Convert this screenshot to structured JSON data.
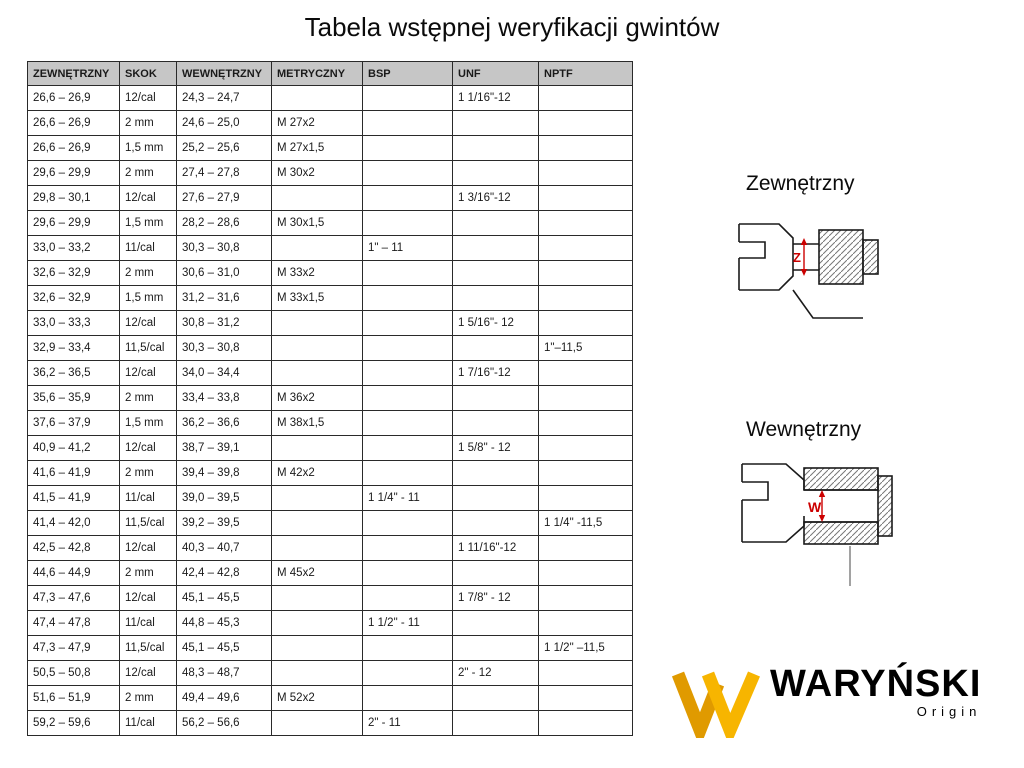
{
  "title": "Tabela wstępnej weryfikacji gwintów",
  "table": {
    "headers": [
      "ZEWNĘTRZNY",
      "SKOK",
      "WEWNĘTRZNY",
      "METRYCZNY",
      "BSP",
      "UNF",
      "NPTF"
    ],
    "rows": [
      [
        "26,6 – 26,9",
        "12/cal",
        "24,3 – 24,7",
        "",
        "",
        "1 1/16\"-12",
        ""
      ],
      [
        "26,6 – 26,9",
        "2 mm",
        "24,6 – 25,0",
        "M 27x2",
        "",
        "",
        ""
      ],
      [
        "26,6 – 26,9",
        "1,5 mm",
        "25,2 – 25,6",
        "M 27x1,5",
        "",
        "",
        ""
      ],
      [
        "29,6 – 29,9",
        "2 mm",
        "27,4 – 27,8",
        "M 30x2",
        "",
        "",
        ""
      ],
      [
        "29,8 – 30,1",
        "12/cal",
        "27,6 – 27,9",
        "",
        "",
        "1 3/16\"-12",
        ""
      ],
      [
        "29,6 – 29,9",
        "1,5 mm",
        "28,2 – 28,6",
        "M 30x1,5",
        "",
        "",
        ""
      ],
      [
        "33,0 – 33,2",
        "11/cal",
        "30,3 – 30,8",
        "",
        "1\" – 11",
        "",
        ""
      ],
      [
        "32,6 – 32,9",
        "2 mm",
        "30,6 – 31,0",
        "M 33x2",
        "",
        "",
        ""
      ],
      [
        "32,6 – 32,9",
        "1,5 mm",
        "31,2 – 31,6",
        "M 33x1,5",
        "",
        "",
        ""
      ],
      [
        "33,0 – 33,3",
        "12/cal",
        "30,8 – 31,2",
        "",
        "",
        "1 5/16\"- 12",
        ""
      ],
      [
        "32,9 – 33,4",
        "11,5/cal",
        "30,3 – 30,8",
        "",
        "",
        "",
        "1\"–11,5"
      ],
      [
        "36,2 – 36,5",
        "12/cal",
        "34,0 – 34,4",
        "",
        "",
        "1 7/16\"-12",
        ""
      ],
      [
        "35,6 – 35,9",
        "2 mm",
        "33,4 – 33,8",
        "M 36x2",
        "",
        "",
        ""
      ],
      [
        "37,6 – 37,9",
        "1,5 mm",
        "36,2 – 36,6",
        "M 38x1,5",
        "",
        "",
        ""
      ],
      [
        "40,9 – 41,2",
        "12/cal",
        "38,7 – 39,1",
        "",
        "",
        "1 5/8\" - 12",
        ""
      ],
      [
        "41,6 – 41,9",
        "2 mm",
        "39,4 – 39,8",
        "M 42x2",
        "",
        "",
        ""
      ],
      [
        "41,5 – 41,9",
        "11/cal",
        "39,0 – 39,5",
        "",
        "1 1/4\" - 11",
        "",
        ""
      ],
      [
        "41,4 – 42,0",
        "11,5/cal",
        "39,2 – 39,5",
        "",
        "",
        "",
        "1 1/4\" -11,5"
      ],
      [
        "42,5 – 42,8",
        "12/cal",
        "40,3 – 40,7",
        "",
        "",
        "1 11/16\"-12",
        ""
      ],
      [
        "44,6 – 44,9",
        "2 mm",
        "42,4 – 42,8",
        "M 45x2",
        "",
        "",
        ""
      ],
      [
        "47,3 – 47,6",
        "12/cal",
        "45,1 – 45,5",
        "",
        "",
        "1 7/8\" - 12",
        ""
      ],
      [
        "47,4 – 47,8",
        "11/cal",
        "44,8 – 45,3",
        "",
        "1 1/2\" - 11",
        "",
        ""
      ],
      [
        "47,3 – 47,9",
        "11,5/cal",
        "45,1 – 45,5",
        "",
        "",
        "",
        "1 1/2\" –11,5"
      ],
      [
        "50,5 – 50,8",
        "12/cal",
        "48,3 – 48,7",
        "",
        "",
        "2\" - 12",
        ""
      ],
      [
        "51,6 – 51,9",
        "2 mm",
        "49,4 – 49,6",
        "M 52x2",
        "",
        "",
        ""
      ],
      [
        "59,2 – 59,6",
        "11/cal",
        "56,2 – 56,6",
        "",
        "2\" - 11",
        "",
        ""
      ]
    ]
  },
  "diagrams": {
    "external": {
      "label": "Zewnętrzny",
      "dim": "Z"
    },
    "internal": {
      "label": "Wewnętrzny",
      "dim": "W"
    }
  },
  "logo": {
    "brand": "WARYŃSKI",
    "sub": "Origin"
  },
  "colors": {
    "header_bg": "#c6c6c6",
    "dimension_red": "#cc0000",
    "logo_gold_dark": "#e09a00",
    "logo_gold_light": "#f7b500"
  }
}
